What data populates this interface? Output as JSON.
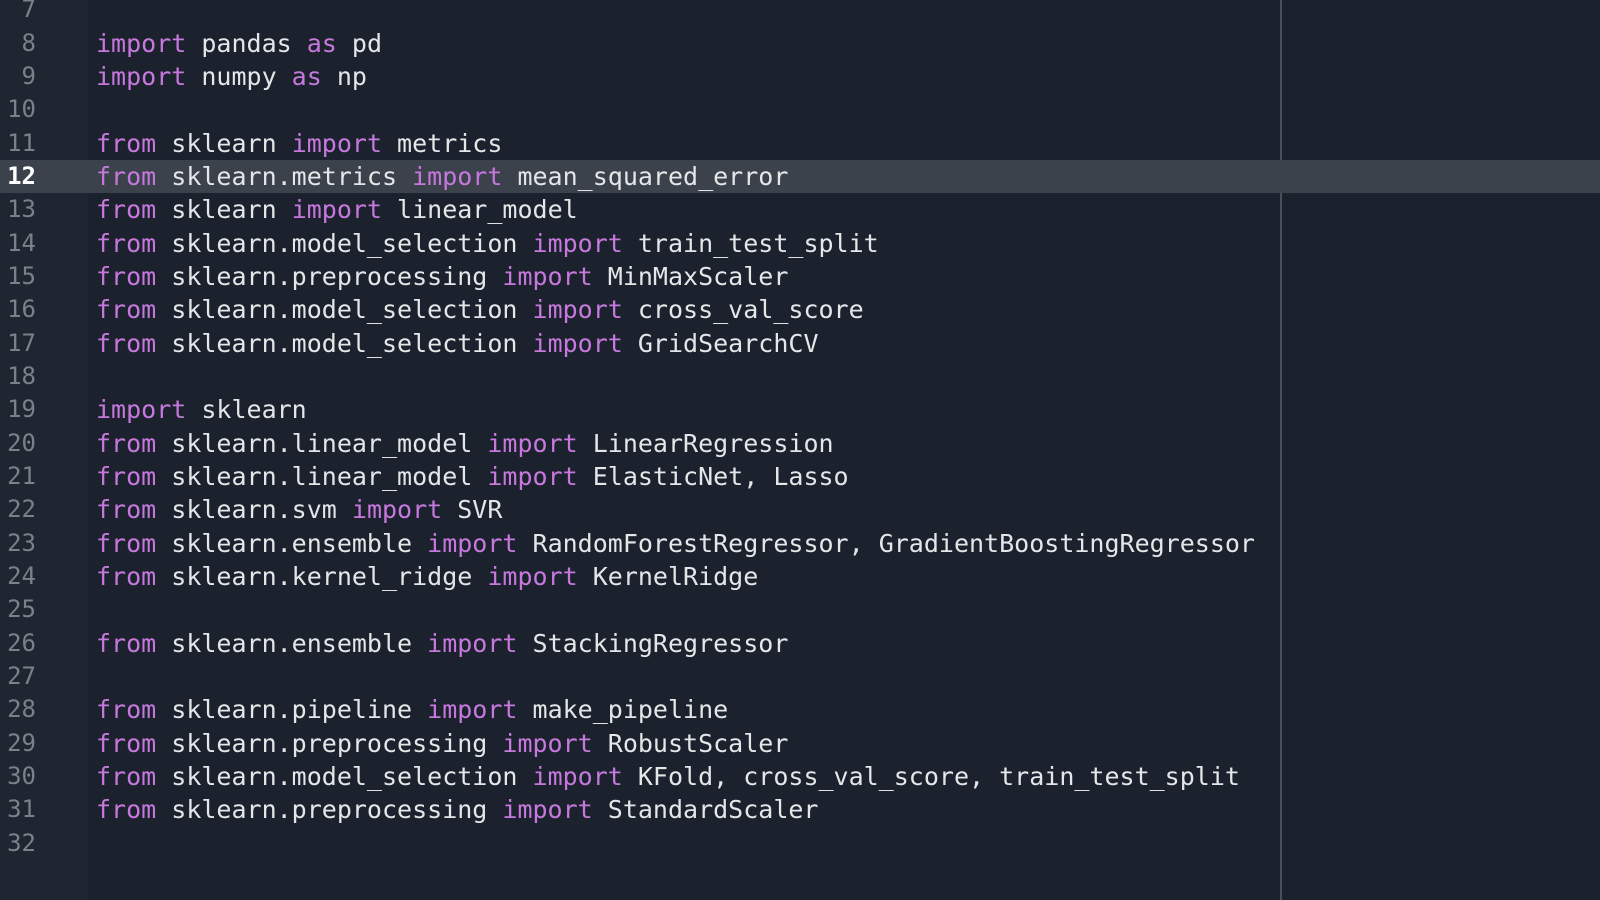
{
  "editor": {
    "current_line": 12,
    "keyword_color": "#c678dd",
    "lines": [
      {
        "n": "7",
        "tokens": []
      },
      {
        "n": "8",
        "tokens": [
          {
            "t": "import",
            "k": 1
          },
          {
            "t": " pandas "
          },
          {
            "t": "as",
            "k": 1
          },
          {
            "t": " pd"
          }
        ]
      },
      {
        "n": "9",
        "tokens": [
          {
            "t": "import",
            "k": 1
          },
          {
            "t": " numpy "
          },
          {
            "t": "as",
            "k": 1
          },
          {
            "t": " np"
          }
        ]
      },
      {
        "n": "10",
        "tokens": []
      },
      {
        "n": "11",
        "tokens": [
          {
            "t": "from",
            "k": 1
          },
          {
            "t": " sklearn "
          },
          {
            "t": "import",
            "k": 1
          },
          {
            "t": " metrics"
          }
        ]
      },
      {
        "n": "12",
        "tokens": [
          {
            "t": "from",
            "k": 1
          },
          {
            "t": " sklearn.metrics "
          },
          {
            "t": "import",
            "k": 1
          },
          {
            "t": " mean_squared_error"
          }
        ]
      },
      {
        "n": "13",
        "tokens": [
          {
            "t": "from",
            "k": 1
          },
          {
            "t": " sklearn "
          },
          {
            "t": "import",
            "k": 1
          },
          {
            "t": " linear_model"
          }
        ]
      },
      {
        "n": "14",
        "tokens": [
          {
            "t": "from",
            "k": 1
          },
          {
            "t": " sklearn.model_selection "
          },
          {
            "t": "import",
            "k": 1
          },
          {
            "t": " train_test_split"
          }
        ]
      },
      {
        "n": "15",
        "tokens": [
          {
            "t": "from",
            "k": 1
          },
          {
            "t": " sklearn.preprocessing "
          },
          {
            "t": "import",
            "k": 1
          },
          {
            "t": " MinMaxScaler"
          }
        ]
      },
      {
        "n": "16",
        "tokens": [
          {
            "t": "from",
            "k": 1
          },
          {
            "t": " sklearn.model_selection "
          },
          {
            "t": "import",
            "k": 1
          },
          {
            "t": " cross_val_score"
          }
        ]
      },
      {
        "n": "17",
        "tokens": [
          {
            "t": "from",
            "k": 1
          },
          {
            "t": " sklearn.model_selection "
          },
          {
            "t": "import",
            "k": 1
          },
          {
            "t": " GridSearchCV"
          }
        ]
      },
      {
        "n": "18",
        "tokens": []
      },
      {
        "n": "19",
        "tokens": [
          {
            "t": "import",
            "k": 1
          },
          {
            "t": " sklearn"
          }
        ]
      },
      {
        "n": "20",
        "tokens": [
          {
            "t": "from",
            "k": 1
          },
          {
            "t": " sklearn.linear_model "
          },
          {
            "t": "import",
            "k": 1
          },
          {
            "t": " LinearRegression"
          }
        ]
      },
      {
        "n": "21",
        "tokens": [
          {
            "t": "from",
            "k": 1
          },
          {
            "t": " sklearn.linear_model "
          },
          {
            "t": "import",
            "k": 1
          },
          {
            "t": " ElasticNet, Lasso"
          }
        ]
      },
      {
        "n": "22",
        "tokens": [
          {
            "t": "from",
            "k": 1
          },
          {
            "t": " sklearn.svm "
          },
          {
            "t": "import",
            "k": 1
          },
          {
            "t": " SVR"
          }
        ]
      },
      {
        "n": "23",
        "tokens": [
          {
            "t": "from",
            "k": 1
          },
          {
            "t": " sklearn.ensemble "
          },
          {
            "t": "import",
            "k": 1
          },
          {
            "t": " RandomForestRegressor, GradientBoostingRegressor"
          }
        ]
      },
      {
        "n": "24",
        "tokens": [
          {
            "t": "from",
            "k": 1
          },
          {
            "t": " sklearn.kernel_ridge "
          },
          {
            "t": "import",
            "k": 1
          },
          {
            "t": " KernelRidge"
          }
        ]
      },
      {
        "n": "25",
        "tokens": []
      },
      {
        "n": "26",
        "tokens": [
          {
            "t": "from",
            "k": 1
          },
          {
            "t": " sklearn.ensemble "
          },
          {
            "t": "import",
            "k": 1
          },
          {
            "t": " StackingRegressor"
          }
        ]
      },
      {
        "n": "27",
        "tokens": []
      },
      {
        "n": "28",
        "tokens": [
          {
            "t": "from",
            "k": 1
          },
          {
            "t": " sklearn.pipeline "
          },
          {
            "t": "import",
            "k": 1
          },
          {
            "t": " make_pipeline"
          }
        ]
      },
      {
        "n": "29",
        "tokens": [
          {
            "t": "from",
            "k": 1
          },
          {
            "t": " sklearn.preprocessing "
          },
          {
            "t": "import",
            "k": 1
          },
          {
            "t": " RobustScaler"
          }
        ]
      },
      {
        "n": "30",
        "tokens": [
          {
            "t": "from",
            "k": 1
          },
          {
            "t": " sklearn.model_selection "
          },
          {
            "t": "import",
            "k": 1
          },
          {
            "t": " KFold, cross_val_score, train_test_split"
          }
        ]
      },
      {
        "n": "31",
        "tokens": [
          {
            "t": "from",
            "k": 1
          },
          {
            "t": " sklearn.preprocessing "
          },
          {
            "t": "import",
            "k": 1
          },
          {
            "t": " StandardScaler"
          }
        ]
      },
      {
        "n": "32",
        "tokens": []
      }
    ]
  }
}
